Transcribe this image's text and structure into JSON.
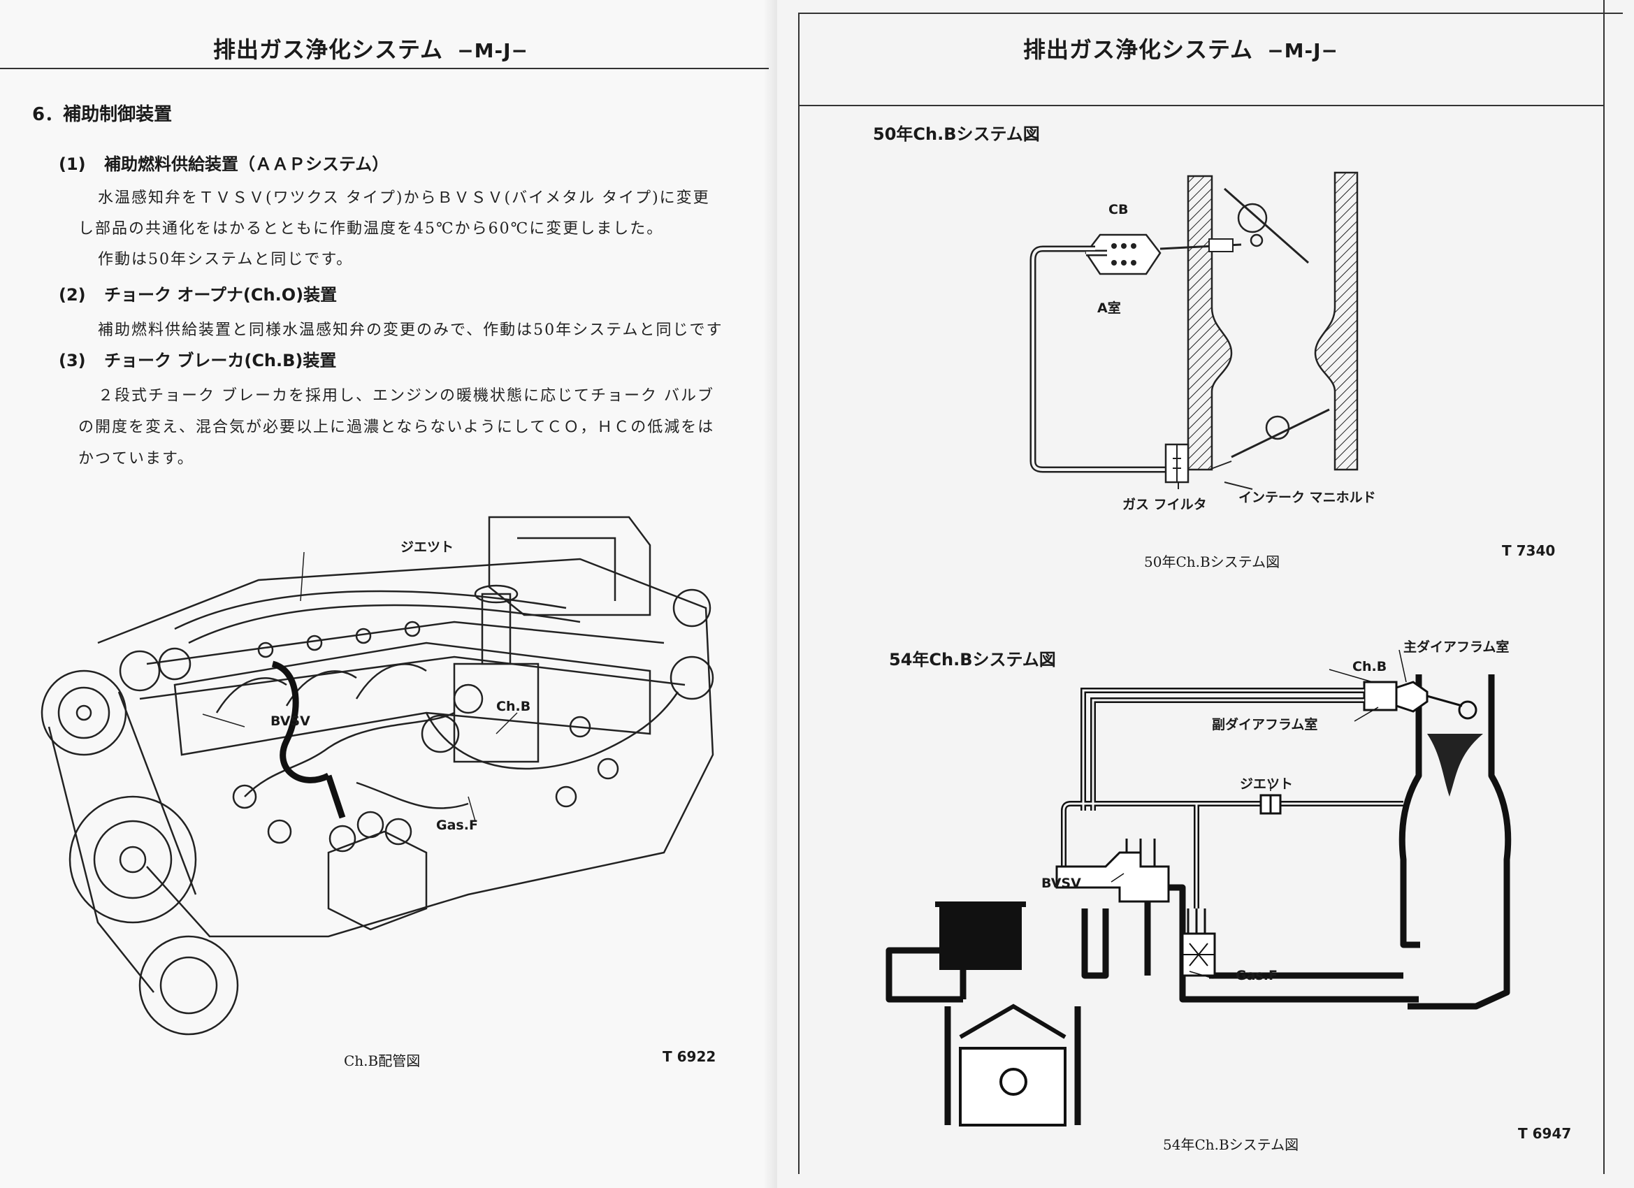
{
  "left_page": {
    "header_title": "排出ガス浄化システム",
    "header_model": "−M-J−",
    "section_title": "6．補助制御装置",
    "items": [
      {
        "number": "(1)",
        "title": "補助燃料供給装置（ＡＡＰシステム）",
        "lines": [
          "水温感知弁をＴＶＳＶ(ワツクス タイプ)からＢＶＳＶ(バイメタル タイプ)に変更",
          "し部品の共通化をはかるとともに作動温度を45℃から60℃に変更しました。",
          "作動は50年システムと同じです。"
        ]
      },
      {
        "number": "(2)",
        "title": "チョーク オープナ(Ch.O)装置",
        "lines": [
          "補助燃料供給装置と同様水温感知弁の変更のみで、作動は50年システムと同じです"
        ]
      },
      {
        "number": "(3)",
        "title": "チョーク ブレーカ(Ch.B)装置",
        "lines": [
          "２段式チョーク ブレーカを採用し、エンジンの暖機状態に応じてチョーク バルブ",
          "の開度を変え、混合気が必要以上に過濃とならないようにしてＣＯ，ＨＣの低減をは",
          "かつています。"
        ]
      }
    ],
    "engine_figure": {
      "labels": {
        "jet": "ジエツト",
        "bvsv": "BVSV",
        "chb": "Ch.B",
        "gasf": "Gas.F"
      },
      "caption": "Ch.B配管図",
      "code": "T 6922"
    }
  },
  "right_page": {
    "header_title": "排出ガス浄化システム",
    "header_model": "−M-J−",
    "diagram_50": {
      "title": "50年Ch.Bシステム図",
      "labels": {
        "cb": "CB",
        "a_chamber": "A室",
        "gas_filter": "ガス フイルタ",
        "intake_manifold": "インテーク マニホルド"
      },
      "caption": "50年Ch.Bシステム図",
      "code": "T 7340"
    },
    "diagram_54": {
      "title": "54年Ch.Bシステム図",
      "labels": {
        "main_diaphragm": "主ダイアフラム室",
        "chb": "Ch.B",
        "sub_diaphragm": "副ダイアフラム室",
        "jet": "ジエツト",
        "bvsv": "BVSV",
        "gasf": "Gas.F"
      },
      "caption": "54年Ch.Bシステム図",
      "code": "T 6947"
    }
  }
}
